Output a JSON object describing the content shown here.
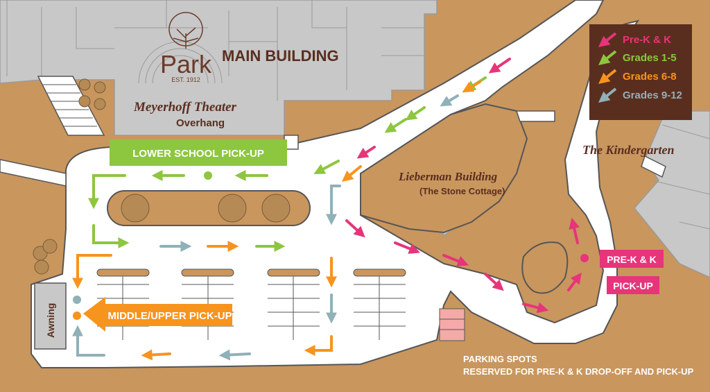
{
  "logo": {
    "name": "Park",
    "est": "EST. 1912"
  },
  "buildings": {
    "main": "MAIN BUILDING",
    "theater": "Meyerhoff Theater",
    "overhang": "Overhang",
    "lieberman": "Lieberman Building",
    "stone_cottage": "(The Stone Cottage)",
    "kindergarten": "The Kindergarten",
    "awning": "Awning"
  },
  "pickups": {
    "lower_school": "LOWER SCHOOL PICK-UP",
    "middle_upper": "MIDDLE/UPPER PICK-UP",
    "prek_line1": "PRE-K & K",
    "prek_line2": "PICK-UP"
  },
  "parking_note": {
    "line1": "PARKING SPOTS",
    "line2": "RESERVED FOR PRE-K & K DROP-OFF AND PICK-UP"
  },
  "legend": [
    {
      "label": "Pre-K & K",
      "color": "#e6357a"
    },
    {
      "label": "Grades 1-5",
      "color": "#8dc63f"
    },
    {
      "label": "Grades 6-8",
      "color": "#f7941d"
    },
    {
      "label": "Grades 9-12",
      "color": "#8fb1b8"
    }
  ],
  "colors": {
    "ground": "#c9965e",
    "road": "#ffffff",
    "building": "#c8c8c8",
    "lower_school": "#8dc63f",
    "middle_upper": "#f7941d",
    "prek": "#e6357a",
    "legend_bg": "#5a2e1f",
    "text_brown": "#6b3a2a"
  }
}
